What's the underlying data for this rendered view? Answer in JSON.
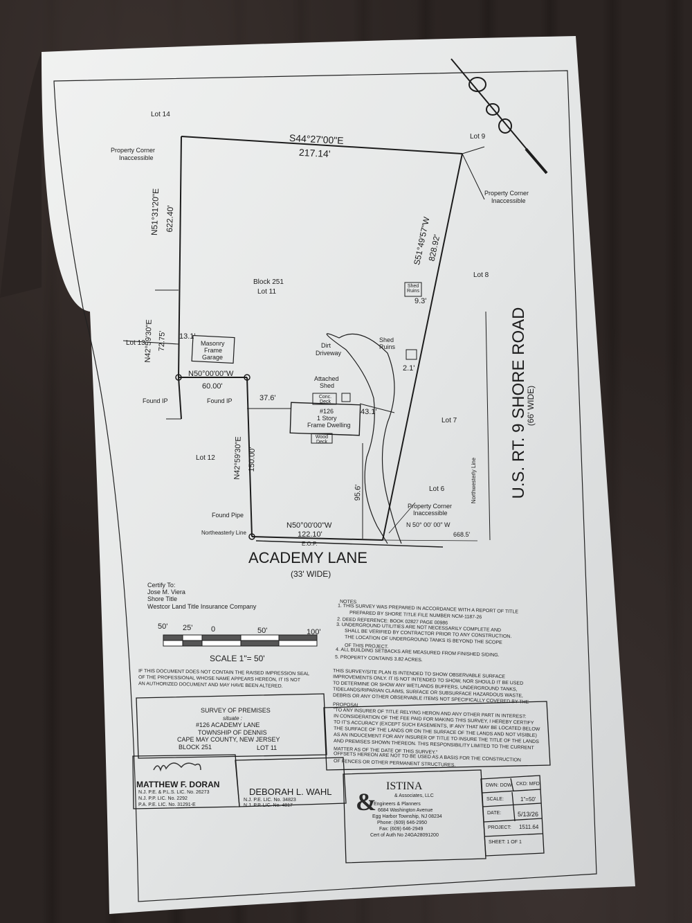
{
  "lots": {
    "lot14": "Lot 14",
    "lot9": "Lot 9",
    "lot8": "Lot 8",
    "lot13": "Lot 13",
    "lot12": "Lot 12",
    "lot7": "Lot 7",
    "lot6": "Lot 6",
    "block": "Block 251",
    "lot11": "Lot 11"
  },
  "bearings": {
    "north_line_bearing": "S44°27'00\"E",
    "north_line_dist": "217.14'",
    "west_line_bearing": "N51°31'20\"E",
    "west_line_dist": "622.40'",
    "east_line_bearing": "S51°49'57\"W",
    "east_line_dist": "828.92'",
    "west_short_bearing": "N42°59'30\"E",
    "west_short_dist": "72.75'",
    "offset_line_bearing": "N50°00'00\"W",
    "offset_line_dist": "60.00'",
    "inner_line_bearing": "N42°59'30\"E",
    "inner_line_dist": "150.00'",
    "south_line_bearing": "N50°00'00\"W",
    "south_line_dist": "122.10'",
    "road_bearing": "N 50° 00' 00\" W",
    "road_dist": "668.5'"
  },
  "features": {
    "pc1_a": "Property Corner",
    "pc1_b": "Inaccessible",
    "pc2_a": "Property Corner",
    "pc2_b": "Inaccessible",
    "pc3_a": "Property Corner",
    "pc3_b": "Inaccessible",
    "shed_ruins_box": "Shed Ruins",
    "shed_ruins_dist": "9.3'",
    "shed_ruins2_a": "Shed",
    "shed_ruins2_b": "Ruins",
    "shed_ruins2_dist": "2.1'",
    "garage_a": "Masonry",
    "garage_b": "Frame",
    "garage_c": "Garage",
    "garage_dist": "13.1'",
    "driveway_a": "Dirt",
    "driveway_b": "Driveway",
    "att_shed_a": "Attached",
    "att_shed_b": "Shed",
    "conc_deck": "Conc. Deck",
    "dwelling_a": "#126",
    "dwelling_b": "1 Story",
    "dwelling_c": "Frame Dwelling",
    "wood_deck": "Wood Deck",
    "dist_37": "37.6'",
    "dist_43": "43.1'",
    "dist_95": "95.6'",
    "found_ip1": "Found IP",
    "found_ip2": "Found IP",
    "found_pipe": "Found Pipe",
    "ne_line": "Northeasterly Line",
    "nw_line": "Northwesterly Line",
    "eop": "E.O.P."
  },
  "roads": {
    "academy": "ACADEMY LANE",
    "academy_width": "(33' WIDE)",
    "shore": "U.S. RT. 9 SHORE ROAD",
    "shore_width": "(66' WIDE)"
  },
  "certify": {
    "line1": "Certify To:",
    "line2": "Jose M. Viera",
    "line3": "Shore Title",
    "line4": "Westcor Land Title Insurance Company"
  },
  "scale": {
    "t50a": "50'",
    "t25": "25'",
    "t0": "0",
    "t50b": "50'",
    "t100": "100'",
    "label": "SCALE 1\"= 50'"
  },
  "notes": {
    "title": "NOTES",
    "n1a": "1. THIS SURVEY WAS PREPARED IN ACCORDANCE WITH A REPORT OF TITLE",
    "n1b": "PREPARED BY SHORE TITLE FILE NUMBER NCM-1187-26",
    "n2": "2. DEED REFERENCE: BOOK 02827 PAGE 00986",
    "n3a": "3. UNDERGROUND UTILITIES ARE NOT NECESSARILY COMPLETE AND",
    "n3b": "SHALL BE VERIFIED BY CONTRACTOR PRIOR TO ANY CONSTRUCTION.",
    "n3c": "THE LOCATION OF UNDERGROUND TANKS IS BEYOND THE SCOPE",
    "n3d": "OF THIS PROJECT.",
    "n4": "4. ALL BUILDING SETBACKS ARE MEASURED FROM FINISHED SIDING.",
    "n5": "5. PROPERTY CONTAINS 3.82 ACRES."
  },
  "seal": {
    "l1": "IF THIS DOCUMENT DOES NOT CONTAIN THE RAISED IMPRESSION SEAL",
    "l2": "OF THE PROFESSIONAL WHOSE NAME APPEARS HEREON, IT IS NOT",
    "l3": "AN AUTHORIZED DOCUMENT AND MAY HAVE BEEN ALTERED."
  },
  "observable": {
    "l1": "THIS SURVEY/SITE PLAN IS INTENDED TO SHOW OBSERVABLE SURFACE",
    "l2": "IMPROVEMENTS ONLY. IT IS NOT INTENDED TO SHOW, NOR SHOULD IT BE USED",
    "l3": "TO DETERMINE OR SHOW ANY WETLANDS BUFFERS, UNDERGROUND TANKS,",
    "l4": "TIDELANDS/RIPARIAN CLAIMS, SURFACE OR SUBSURFACE HAZARDOUS WASTE,",
    "l5": "DEBRIS OR ANY OTHER OBSERVABLE ITEMS NOT SPECIFICALLY COVERED BY THE",
    "l6": "PROPOSAL."
  },
  "title_block": {
    "heading": "SURVEY OF PREMISES",
    "situate": "situate :",
    "address": "#126 ACADEMY LANE",
    "township": "TOWNSHIP OF DENNIS",
    "county": "CAPE MAY COUNTY, NEW JERSEY",
    "block": "BLOCK 251",
    "lot": "LOT 11"
  },
  "insurer": {
    "l1": "\"TO ANY INSURER OF TITLE RELYING HERON AND ANY OTHER PART IN INTEREST:",
    "l2": "IN CONSIDERATION OF THE FEE PAID FOR MAKING THIS SURVEY, I HEREBY CERTIFY",
    "l3": "TO IT'S ACCURACY (EXCEPT SUCH EASEMENTS, IF ANY THAT MAY BE LOCATED BELOW",
    "l4": "THE SURFACE OF THE LANDS OR ON THE SURFACE OF THE LANDS AND NOT VISIBLE)",
    "l5": "AS AN INDUCEMENT FOR ANY INSURER OF TITLE TO INSURE THE TITLE OF THE LANDS",
    "l6": "AND PREMISES SHOWN THEREON. THIS RESPONSIBILITY LIMITED TO THE CURRENT",
    "l7": "MATTER AS OF THE DATE OF THIS SURVEY.\"",
    "l8": "OFFSETS HEREON ARE NOT TO BE USED AS A BASIS FOR THE CONSTRUCTION",
    "l9": "OF FENCES OR OTHER PERMANENT STRUCTURES."
  },
  "surveyor1": {
    "name": "MATTHEW F. DORAN",
    "l1": "N.J. P.E. & P.L.S. LIC. No. 26273",
    "l2": "N.J. P.P. LIC. No. 2292",
    "l3": "P.A. P.E. LIC. No. 31291-E"
  },
  "surveyor2": {
    "name": "DEBORAH L. WAHL",
    "l1": "N.J. P.E. LIC. No. 34823",
    "l2": "N.J. P.P. LIC. No. 4817"
  },
  "firm": {
    "name": "ISTINA",
    "sub": "& Associates, LLC",
    "line1": "Engineers & Planners",
    "line2": "6684 Washington Avenue",
    "line3": "Egg Harbor Township, NJ 08234",
    "line4": "Phone: (609) 646-2950",
    "line5": "Fax: (609) 646-2949",
    "line6": "Cert of Auth No 24GA28091200"
  },
  "info": {
    "dwn_label": "DWN: DOW",
    "ckd_label": "CKD: MFD",
    "scale_label": "SCALE:",
    "scale_val": "1\"=50'",
    "date_label": "DATE:",
    "date_val": "5/13/26",
    "project_label": "PROJECT:",
    "project_val": "1511.64",
    "sheet": "SHEET: 1 OF 1"
  }
}
